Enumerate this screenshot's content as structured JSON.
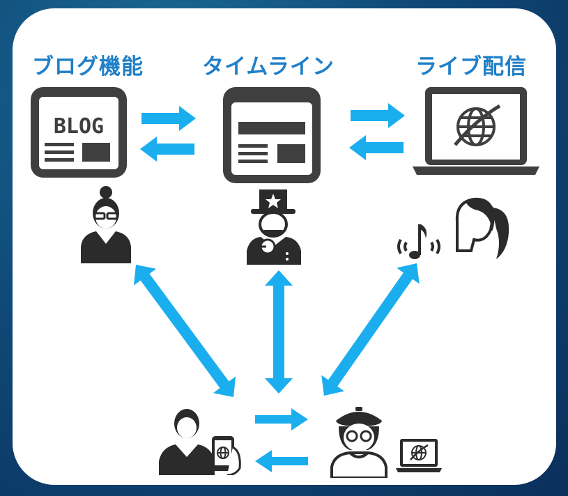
{
  "titles": {
    "blog": "ブログ機能",
    "timeline": "タイムライン",
    "live": "ライブ配信"
  },
  "blog_card": {
    "label": "BLOG"
  },
  "colors": {
    "arrow": "#1aaeef",
    "title": "#1f7fc7",
    "icon_dark": "#2b2b2b",
    "icon_gray": "#3f3f3f"
  }
}
